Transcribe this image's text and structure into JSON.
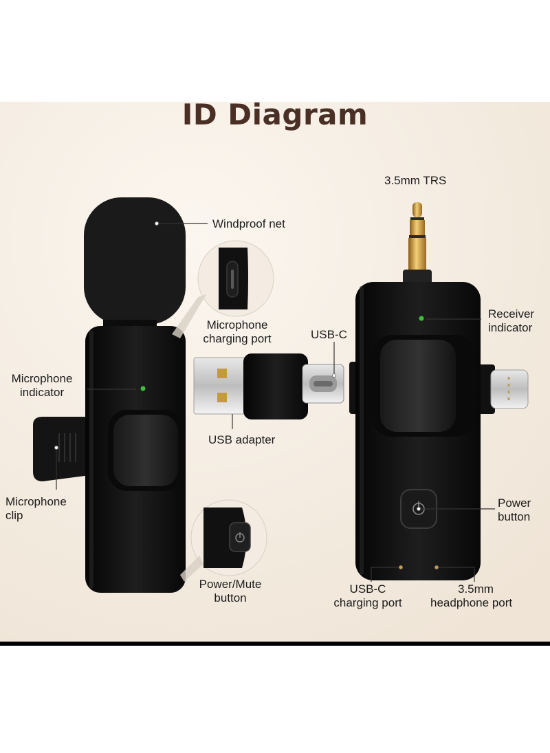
{
  "title": "ID Diagram",
  "labels": {
    "windproof_net": "Windproof net",
    "mic_charging_port": [
      "Microphone",
      "charging port"
    ],
    "mic_indicator": [
      "Microphone",
      "indicator"
    ],
    "mic_clip": [
      "Microphone",
      "clip"
    ],
    "usb_adapter": "USB adapter",
    "power_mute": [
      "Power/Mute",
      "button"
    ],
    "usb_c": "USB-C",
    "trs": "3.5mm TRS",
    "receiver_indicator": [
      "Receiver",
      "indicator"
    ],
    "power_button": [
      "Power",
      "button"
    ],
    "usbc_charging": [
      "USB-C",
      "charging port"
    ],
    "headphone_port": [
      "3.5mm",
      "headphone port"
    ]
  },
  "colors": {
    "title": "#4a2f24",
    "background": "#f5ede3",
    "device": "#141414",
    "indicator_led": "#3dbf3a",
    "plug_gold": "#d7a13a"
  }
}
